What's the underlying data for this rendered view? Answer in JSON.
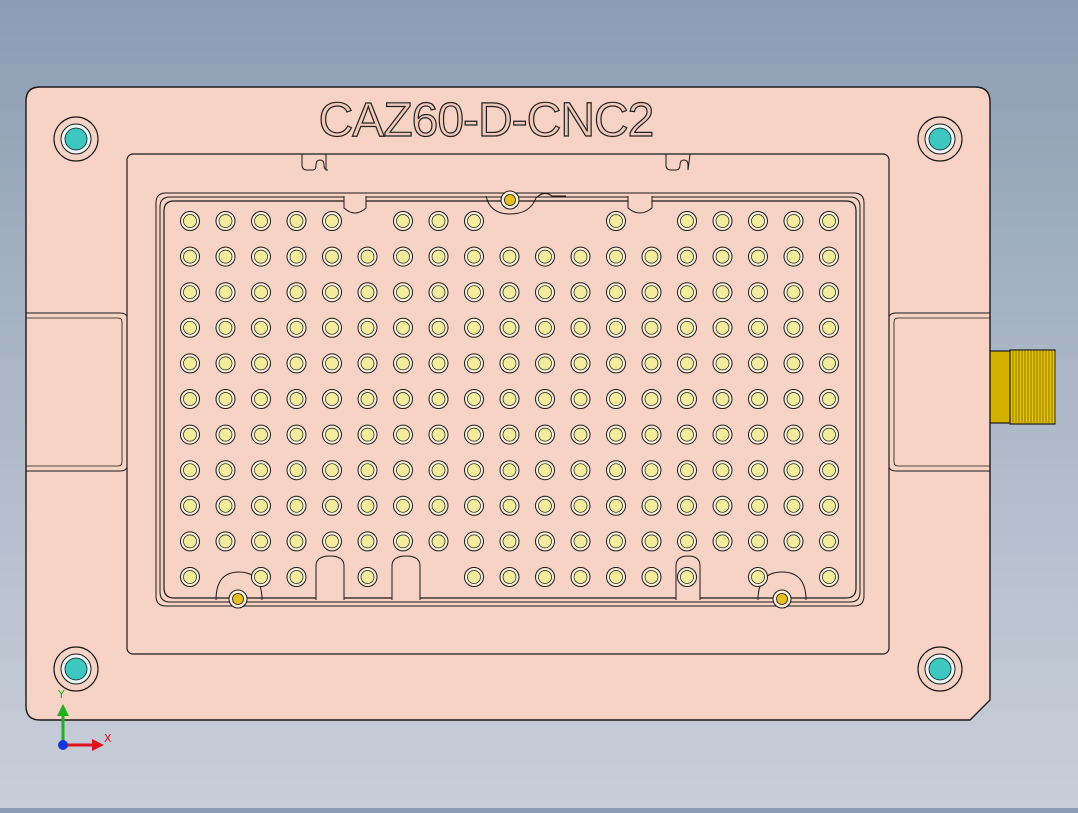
{
  "part_label": "CAZ60-D-CNC2",
  "triad": {
    "x_label": "X",
    "y_label": "Y",
    "x_color": "#e0141e",
    "y_color": "#1fb01f",
    "z_color": "#1434e0"
  },
  "colors": {
    "plate_fill": "#f6d3c4",
    "plate_stroke": "#1a1a1a",
    "hole_fill": "#f2ec9c",
    "bolt_fill": "#3cc7bf",
    "pin_fill": "#e8c020",
    "connector_fill": "#d8b800"
  },
  "hole_grid": {
    "rows": 11,
    "cols": 19,
    "missing": [
      "0,5",
      "0,9",
      "0,10",
      "0,11",
      "0,13",
      "10,1",
      "10,4",
      "10,6",
      "10,7",
      "10,15",
      "10,17"
    ]
  },
  "bolts": [
    "top-left",
    "top-right",
    "bottom-left",
    "bottom-right"
  ],
  "pins": [
    "top-center",
    "bottom-left",
    "bottom-right"
  ]
}
